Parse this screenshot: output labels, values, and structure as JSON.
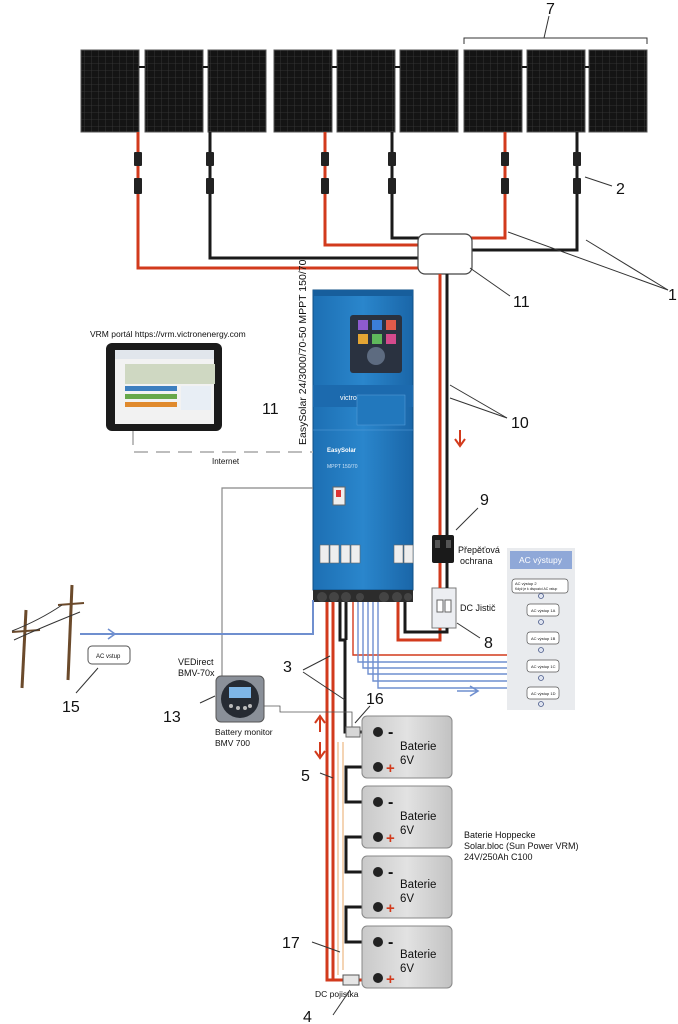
{
  "callouts": {
    "n1": "1",
    "n2": "2",
    "n3": "3",
    "n4": "4",
    "n5": "5",
    "n7": "7",
    "n8": "8",
    "n9": "9",
    "n10": "10",
    "n11a": "11",
    "n11b": "11",
    "n13": "13",
    "n15": "15",
    "n16": "16",
    "n17": "17"
  },
  "inverter": {
    "vertical_label": "EasySolar 24/3000/70-50 MPPT 150/70",
    "brand": "victron energy",
    "front_title": "EasySolar",
    "front_sub": "MPPT 150/70"
  },
  "vrm": {
    "label": "VRM portál https://vrm.victronenergy.com",
    "internet": "Internet"
  },
  "surge": {
    "line1": "Přepěťová",
    "line2": "ochrana"
  },
  "dc_breaker": "DC Jistič",
  "ac_panel": {
    "header": "AC výstupy",
    "outputs": [
      "AC výstup 2",
      "AC výstup 1A",
      "AC výstup 1B",
      "AC výstup 1C",
      "AC výstup 1D"
    ],
    "note": "Když je k dispozici AC vstup"
  },
  "grid": {
    "box_label": "AC vstup"
  },
  "vedirect": {
    "line1": "VEDirect",
    "line2": "BMV-70x"
  },
  "bmv": {
    "line1": "Battery monitor",
    "line2": "BMV 700"
  },
  "batteries": {
    "label": "Baterie",
    "voltage": "6V",
    "minus": "-",
    "plus": "+",
    "info_line1": "Baterie Hoppecke",
    "info_line2": "Solar.bloc (Sun Power VRM)",
    "info_line3": "24V/250Ah C100"
  },
  "dc_fuse": "DC pojistka",
  "colors": {
    "red": "#d23a1c",
    "black": "#1a1a1a",
    "blue": "#6f8fcf",
    "inverter": "#1f78c0",
    "battery": "#d9d9d9"
  }
}
